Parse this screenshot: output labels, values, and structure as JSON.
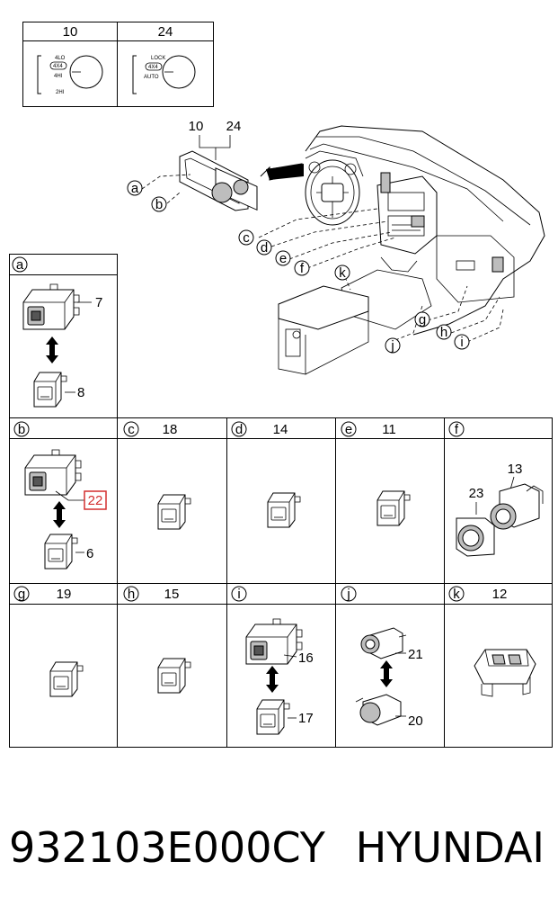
{
  "top_panel": {
    "left_header": "10",
    "right_header": "24",
    "left_labels": [
      "4LO",
      "4X4",
      "4HI",
      "2HI"
    ],
    "right_labels": [
      "LOCK",
      "4X4",
      "AUTO"
    ]
  },
  "main": {
    "part_numbers": [
      "10",
      "24"
    ],
    "callouts": [
      "a",
      "b",
      "c",
      "d",
      "e",
      "f",
      "k",
      "g",
      "h",
      "i",
      "j"
    ]
  },
  "cells": {
    "a": {
      "letter": "a",
      "parts": [
        "7",
        "8"
      ]
    },
    "b": {
      "letter": "b",
      "parts": [
        "22",
        "6"
      ],
      "highlighted": "22",
      "highlight_color": "#d32f2f"
    },
    "c": {
      "letter": "c",
      "number": "18"
    },
    "d": {
      "letter": "d",
      "number": "14"
    },
    "e": {
      "letter": "e",
      "number": "11"
    },
    "f": {
      "letter": "f",
      "parts": [
        "13",
        "23"
      ]
    },
    "g": {
      "letter": "g",
      "number": "19"
    },
    "h": {
      "letter": "h",
      "number": "15"
    },
    "i": {
      "letter": "i",
      "parts": [
        "16",
        "17"
      ]
    },
    "j": {
      "letter": "j",
      "parts": [
        "21",
        "20"
      ]
    },
    "k": {
      "letter": "k",
      "number": "12"
    }
  },
  "footer": {
    "part_code": "932103E000CY",
    "brand": "HYUNDAI"
  }
}
